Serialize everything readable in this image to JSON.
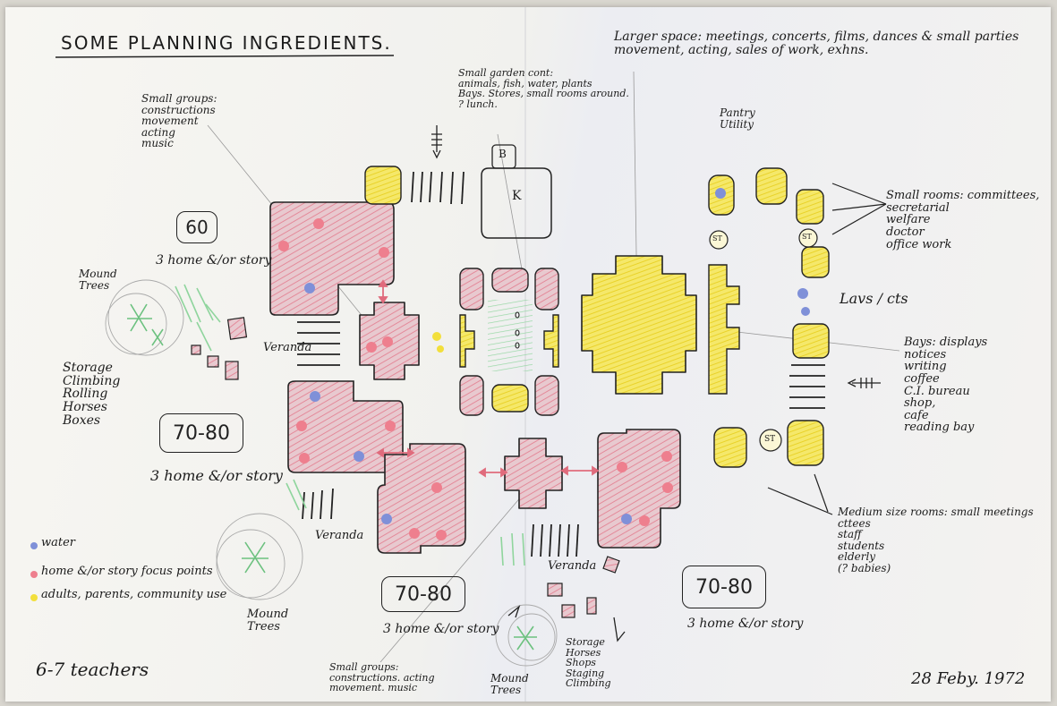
{
  "title": "SOME PLANNING INGREDIENTS.",
  "date": "28 Feby. 1972",
  "staff": "6-7 teachers",
  "colors": {
    "water": "#7f90d8",
    "focus": "#ee7f8e",
    "adult": "#f2df3c",
    "green": "#7bc98c"
  },
  "notes": {
    "larger_space": "Larger space: meetings, concerts, films, dances & small parties\nmovement, acting, sales of work, exhns.",
    "small_garden": "Small garden cont:\nanimals, fish, water, plants\nBays. Stores, small rooms around.\n? lunch.",
    "small_groups_top": "Small groups:\nconstructions\nmovement\nacting\nmusic",
    "pantry": "Pantry\nUtility",
    "small_rooms": "Small rooms: committees,\nsecretarial\nwelfare\ndoctor\noffice work",
    "lavs": "Lavs / cts",
    "bays": "Bays: displays\nnotices\nwriting\ncoffee\nC.I. bureau\nshop,\ncafe\nreading bay",
    "medium_rooms": "Medium size rooms: small meetings\ncttees\nstaff\nstudents\nelderly\n(? babies)",
    "storage_left": "Storage\nClimbing\nRolling\nHorses\nBoxes",
    "mound_trees_left": "Mound\nTrees",
    "mound_trees_bottom_left": "Mound\nTrees",
    "mound_trees_bottom": "Mound\nTrees",
    "storage_bottom": "Storage\nHorses\nShops\nStaging\nClimbing",
    "small_groups_bottom": "Small groups:\nconstructions. acting\nmovement. music",
    "veranda_left": "Veranda",
    "veranda_bottom_left": "Veranda",
    "veranda_bottom": "Veranda"
  },
  "home_groups": [
    {
      "count": "60",
      "label": "3 home &/or story"
    },
    {
      "count": "70-80",
      "label": "3 home &/or story"
    },
    {
      "count": "70-80",
      "label": "3 home &/or story"
    },
    {
      "count": "70-80",
      "label": "3 home &/or story"
    }
  ],
  "room_labels": {
    "b": "B",
    "k": "K",
    "st1": "ST",
    "st2": "ST",
    "st3": "ST"
  },
  "legend": [
    {
      "label": "water",
      "color": "#7f90d8"
    },
    {
      "label": "home &/or story focus points",
      "color": "#ee7f8e"
    },
    {
      "label": "adults, parents, community use",
      "color": "#f2df3c"
    }
  ]
}
